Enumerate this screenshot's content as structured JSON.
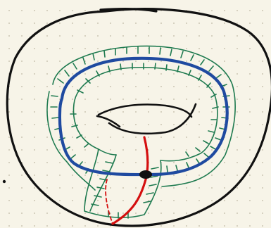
{
  "drawing": {
    "background": "dotted-notebook-paper",
    "colors": {
      "paper": "#f7f4e8",
      "dots": "#cfcab8",
      "torus_outline": "#111111",
      "thickened_neighborhood": "#1e7a4f",
      "core_curve": "#1f4aa0",
      "arc": "#d40f0f"
    },
    "elements": [
      "torus-outline",
      "torus-hole",
      "thickened-neighborhood-green",
      "core-curve-blue",
      "vertical-arc-red",
      "intersection-point"
    ]
  }
}
